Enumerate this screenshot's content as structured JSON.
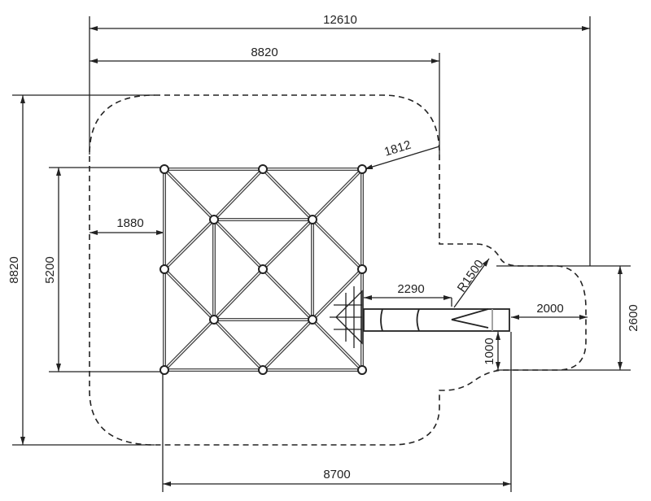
{
  "dimensions": {
    "overall_width": "12610",
    "top_width": "8820",
    "overall_height": "8820",
    "frame_height": "5200",
    "left_clearance": "1880",
    "corner_radius": "1812",
    "slide_length": "2290",
    "slide_radius": "R1500",
    "slide_end_clearance": "2000",
    "slide_zone_height": "2600",
    "slide_side_clearance": "1000",
    "bottom_width": "8700"
  }
}
